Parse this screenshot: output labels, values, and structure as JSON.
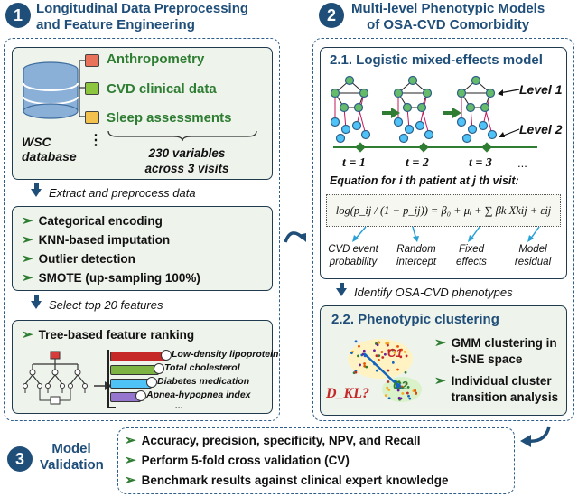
{
  "sec1": {
    "num": "1",
    "title_line1": "Longitudinal Data Preprocessing",
    "title_line2": "and Feature Engineering"
  },
  "sec2": {
    "num": "2",
    "title_line1": "Multi-level Phenotypic Models",
    "title_line2": "of OSA-CVD Comorbidity"
  },
  "sec3": {
    "num": "3",
    "title_line1": "Model",
    "title_line2": "Validation"
  },
  "data_sources": {
    "items": [
      "Anthropometry",
      "CVD clinical data",
      "Sleep assessments"
    ],
    "dots": "⋮",
    "db_line1": "WSC",
    "db_line2": "database",
    "summary_line1": "230 variables",
    "summary_line2": "across 3 visits"
  },
  "step_extract": "Extract and preprocess data",
  "preprocess": [
    "Categorical encoding",
    "KNN-based imputation",
    "Outlier detection",
    "SMOTE (up-sampling 100%)"
  ],
  "step_select": "Select top 20 features",
  "ranking": {
    "title": "Tree-based feature ranking",
    "features": [
      "Low-density lipoprotein",
      "Total cholesterol",
      "Diabetes medication",
      "Apnea-hypopnea index"
    ],
    "more": "..."
  },
  "model": {
    "title": "2.1. Logistic mixed-effects model",
    "level1": "Level 1",
    "level2": "Level 2",
    "times": [
      "t = 1",
      "t = 2",
      "t = 3"
    ],
    "time_more": "...",
    "eq_caption": "Equation for i th patient at j th visit:",
    "eq_left": "log(p_ij / (1 − p_ij))",
    "eq_right": "= β₀ + μᵢ + ∑ βk Xkij + εij",
    "labels": [
      {
        "l1": "CVD event",
        "l2": "probability"
      },
      {
        "l1": "Random",
        "l2": "intercept"
      },
      {
        "l1": "Fixed",
        "l2": "effects"
      },
      {
        "l1": "Model",
        "l2": "residual"
      }
    ]
  },
  "step_identify": "Identify OSA-CVD phenotypes",
  "clustering": {
    "title": "2.2. Phenotypic clustering",
    "c1": "C1",
    "c2": "C2",
    "dkl": "D_KL?",
    "items": [
      {
        "l1": "GMM clustering in",
        "l2": "t-SNE space"
      },
      {
        "l1": "Individual cluster",
        "l2": "transition analysis"
      }
    ]
  },
  "validation": [
    "Accuracy, precision, specificity, NPV, and Recall",
    "Perform 5-fold cross validation (CV)",
    "Benchmark results against clinical expert knowledge"
  ],
  "colors": {
    "accent": "#1f4e79",
    "check": "#2e7d32",
    "panel_bg": "#eef3ec"
  }
}
